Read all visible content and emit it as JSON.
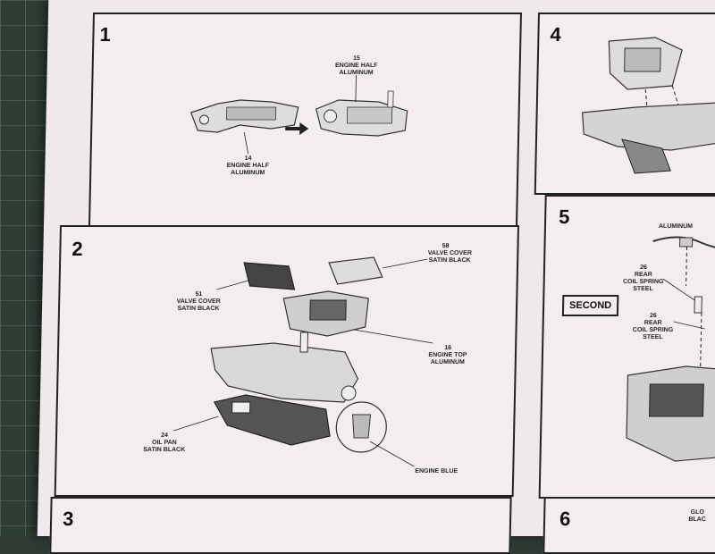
{
  "steps": {
    "s1": {
      "num": "1"
    },
    "s2": {
      "num": "2"
    },
    "s3": {
      "num": "3"
    },
    "s4": {
      "num": "4"
    },
    "s5": {
      "num": "5"
    },
    "s6": {
      "num": "6"
    }
  },
  "labels": {
    "p15_num": "15",
    "p15_name": "ENGINE HALF",
    "p15_color": "ALUMINUM",
    "p14_num": "14",
    "p14_name": "ENGINE HALF",
    "p14_color": "ALUMINUM",
    "p58_num": "58",
    "p58_name": "VALVE COVER",
    "p58_color": "SATIN BLACK",
    "p51_num": "51",
    "p51_name": "VALVE COVER",
    "p51_color": "SATIN BLACK",
    "p16_num": "16",
    "p16_name": "ENGINE TOP",
    "p16_color": "ALUMINUM",
    "p24_num": "24",
    "p24_name": "OIL PAN",
    "p24_color": "SATIN BLACK",
    "engine_blue": "ENGINE BLUE",
    "aluminum": "ALUMINUM",
    "p26a_num": "26",
    "p26a_name1": "REAR",
    "p26a_name2": "COIL SPRING",
    "p26a_color": "STEEL",
    "p26b_num": "26",
    "p26b_name1": "REAR",
    "p26b_name2": "COIL SPRING",
    "p26b_color": "STEEL",
    "second": "SECOND",
    "partial_glo": "GLO",
    "partial_blac": "BLAC"
  }
}
